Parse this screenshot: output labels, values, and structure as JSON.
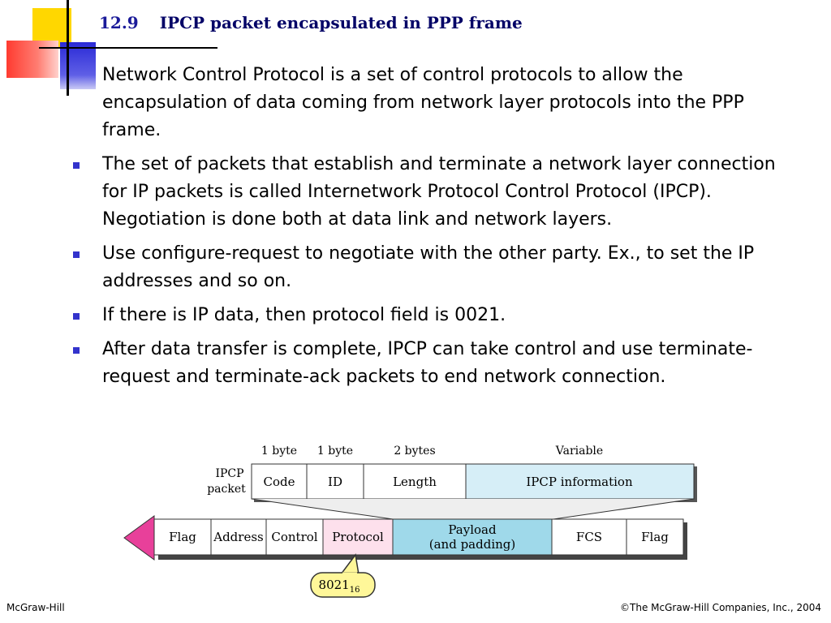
{
  "title": {
    "number": "12.9",
    "text": "IPCP packet encapsulated in PPP frame"
  },
  "bullets": [
    "Network Control Protocol is a set of control protocols to allow the encapsulation of data coming from network layer protocols into the PPP frame.",
    "The set of packets that establish and terminate a network layer connection for IP packets is called Internetwork Protocol Control Protocol (IPCP). Negotiation is done both at data link and network layers.",
    "Use configure-request to negotiate with the other party. Ex., to set the IP addresses and so on.",
    "If there is IP data, then protocol field is 0021.",
    "After data transfer is complete, IPCP can take control and use terminate-request and terminate-ack packets to end network connection."
  ],
  "diagram": {
    "ipcp_label_line1": "IPCP",
    "ipcp_label_line2": "packet",
    "ipcp_sizes": [
      "1 byte",
      "1 byte",
      "2 bytes",
      "Variable"
    ],
    "ipcp_fields": [
      "Code",
      "ID",
      "Length",
      "IPCP information"
    ],
    "frame_fields": [
      "Flag",
      "Address",
      "Control",
      "Protocol",
      "Payload",
      "(and padding)",
      "FCS",
      "Flag"
    ],
    "callout_value": "8021",
    "callout_subscript": "16",
    "colors": {
      "ipcp_info_fill": "#d6eef7",
      "payload_fill": "#9fd9ea",
      "protocol_fill": "#fde0ec",
      "arrow_fill": "#e8409a",
      "callout_fill": "#fff799"
    }
  },
  "footer": {
    "left": "McGraw-Hill",
    "right": "©The McGraw-Hill Companies, Inc., 2004"
  }
}
